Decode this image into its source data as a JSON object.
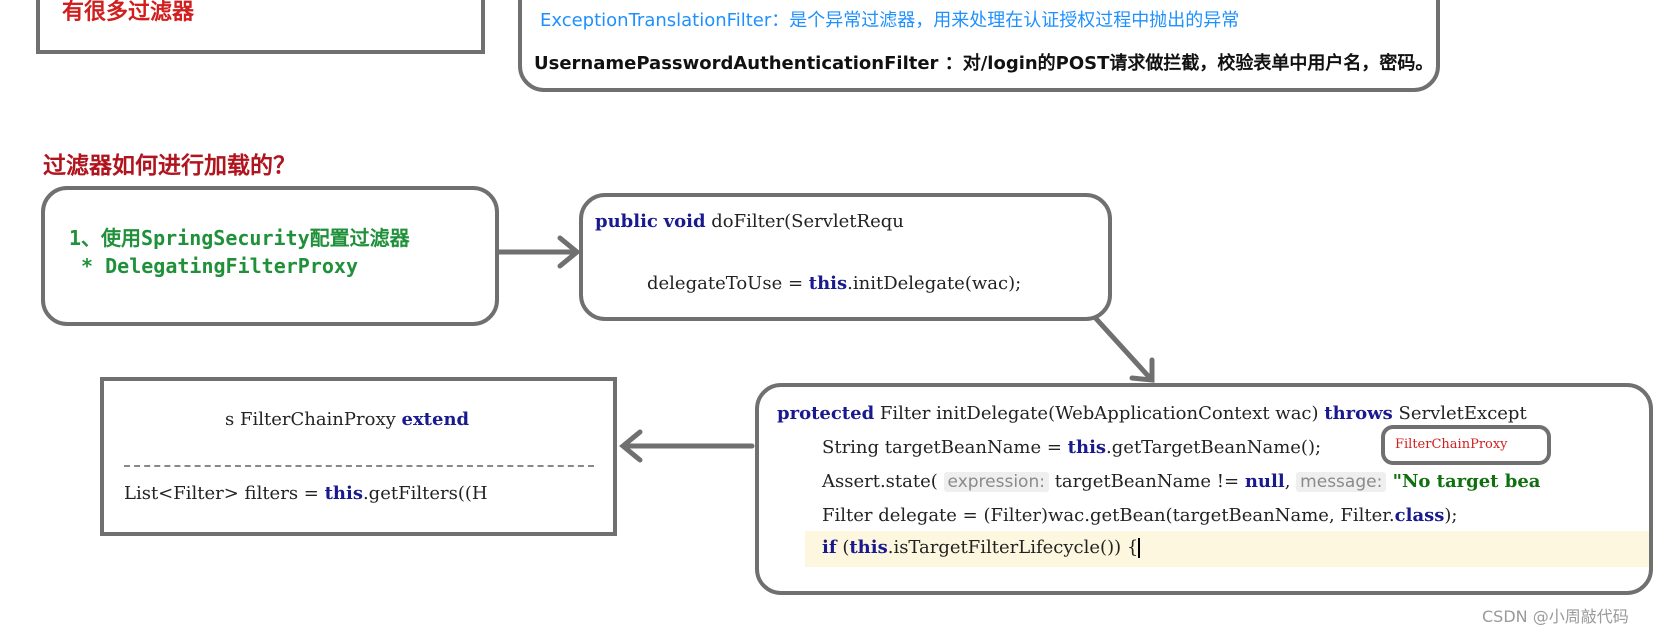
{
  "top_left_box": {
    "text": "有很多过滤器"
  },
  "top_right_box": {
    "line1": "ExceptionTranslationFilter：是个异常过滤器，用来处理在认证授权过程中抛出的异常",
    "line2": "UsernamePasswordAuthenticationFilter ：对/login的POST请求做拦截，校验表单中用户名，密码。"
  },
  "section_title": "过滤器如何进行加载的？",
  "step_box": {
    "line1": "1、使用SpringSecurity配置过滤器",
    "line2": " * DelegatingFilterProxy"
  },
  "dofilter_box": {
    "kw_public": "public",
    "kw_void": "void",
    "sig_rest": "doFilter(ServletRequ",
    "assign_prefix": "delegateToUse = ",
    "kw_this": "this",
    "assign_rest": ".initDelegate(wac);"
  },
  "filterchain_box": {
    "line1_prefix": "s FilterChainProxy ",
    "line1_kw": "extend",
    "line2_prefix": "List<Filter> filters = ",
    "line2_kw": "this",
    "line2_rest": ".getFilters((H"
  },
  "initdelegate_box": {
    "l1_kw1": "protected",
    "l1_mid": " Filter initDelegate(WebApplicationContext wac) ",
    "l1_kw2": "throws",
    "l1_rest": " ServletExcept",
    "l2_prefix": "String targetBeanName = ",
    "l2_kw": "this",
    "l2_rest": ".getTargetBeanName();",
    "annotation": "FilterChainProxy",
    "l3_prefix": "Assert.state(",
    "l3_hint1": "expression:",
    "l3_mid": " targetBeanName != ",
    "l3_kw": "null",
    "l3_comma": ",",
    "l3_hint2": "message:",
    "l3_str": " \"No target bea",
    "l4_prefix": "Filter delegate = (Filter)wac.getBean(targetBeanName, Filter.",
    "l4_kw": "class",
    "l4_rest": ");",
    "l5_kw1": "if",
    "l5_paren": " (",
    "l5_kw2": "this",
    "l5_rest": ".isTargetFilterLifecycle()) {"
  },
  "watermark": "CSDN @小周敲代码",
  "colors": {
    "red": "#d11f1f",
    "blue": "#1e90ff",
    "green": "#20913a",
    "keyword": "#1a1a8f",
    "border": "#707070"
  }
}
